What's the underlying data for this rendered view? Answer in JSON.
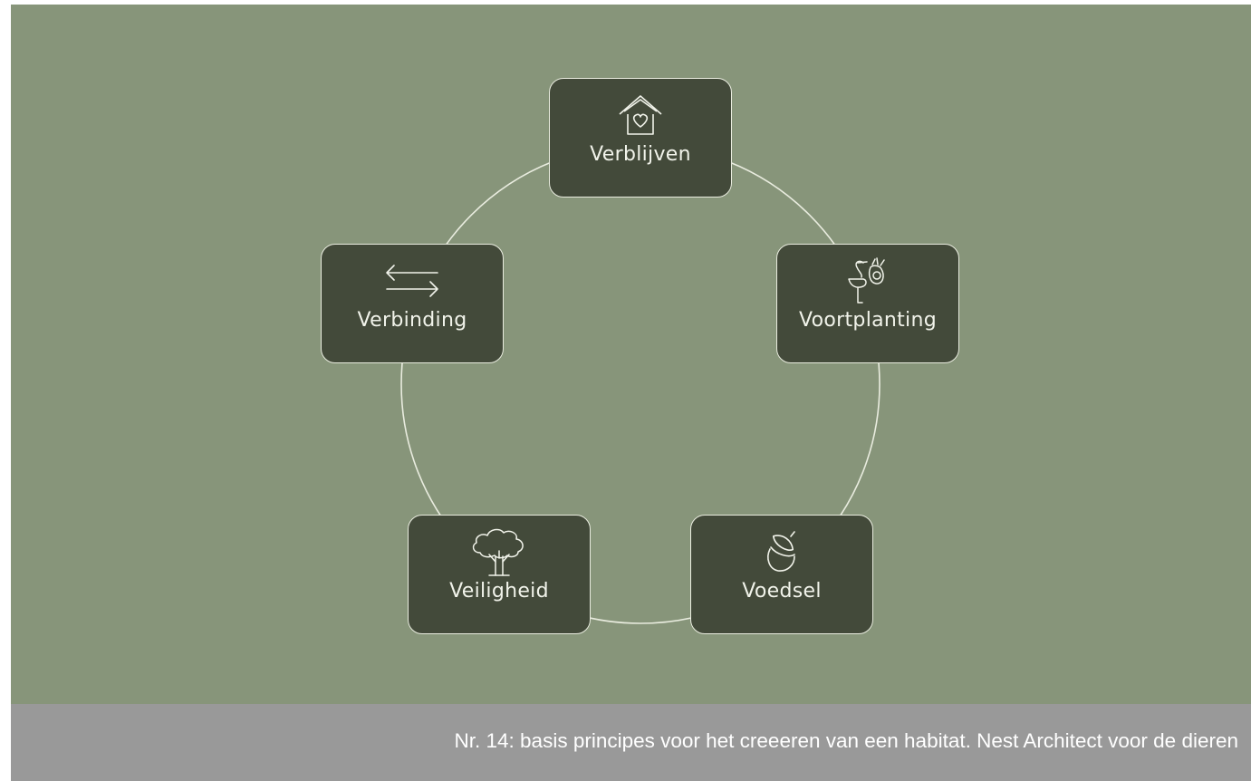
{
  "diagram": {
    "nodes": [
      {
        "label": "Verblijven",
        "icon": "birdhouse-heart-icon"
      },
      {
        "label": "Voortplanting",
        "icon": "stork-with-baby-icon"
      },
      {
        "label": "Voedsel",
        "icon": "acorn-icon"
      },
      {
        "label": "Veiligheid",
        "icon": "tree-icon"
      },
      {
        "label": "Verbinding",
        "icon": "two-way-arrows-icon"
      }
    ],
    "colors": {
      "background": "#87957a",
      "node_fill": "#434a3a",
      "line": "#e9ecdf",
      "caption_bar": "#999999"
    }
  },
  "caption": {
    "text": "Nr. 14: basis principes voor het creeeren van een habitat. Nest Architect voor de dieren"
  }
}
